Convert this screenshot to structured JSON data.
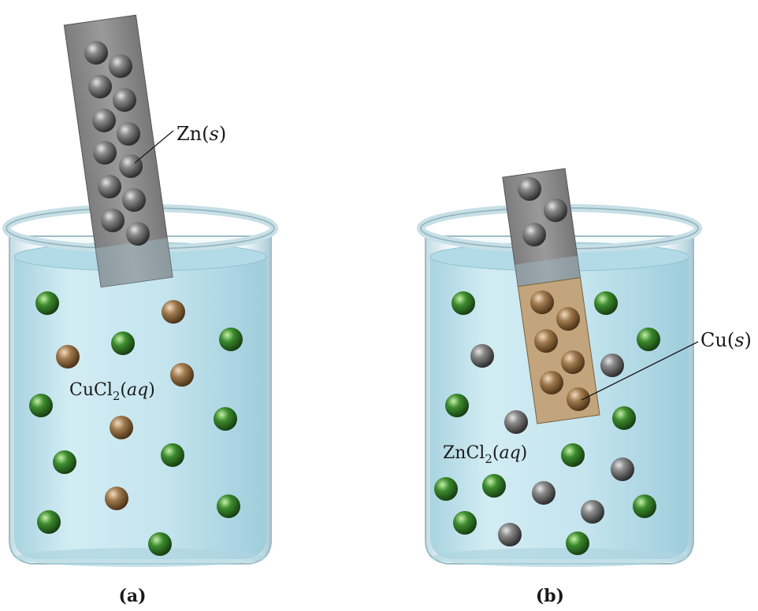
{
  "beaker_a": {
    "electrode_label": {
      "pre": "Zn(",
      "state": "s",
      "post": ")"
    },
    "solution_label": {
      "pre": "CuCl",
      "sub": "2",
      "open": "(",
      "state": "aq",
      "close": ")"
    },
    "panel_label": "(a)"
  },
  "beaker_b": {
    "electrode_label": {
      "pre": "Cu(",
      "state": "s",
      "post": ")"
    },
    "solution_label": {
      "pre": "ZnCl",
      "sub": "2",
      "open": "(",
      "state": "aq",
      "close": ")"
    },
    "panel_label": "(b)"
  },
  "colors": {
    "zinc": "#8d8d8d",
    "copper": "#a58760",
    "chloride": "#3f8a35",
    "solution": "#c9e6ef",
    "strip_zinc": "#8a8a8a",
    "strip_copper": "#c2a57c"
  }
}
